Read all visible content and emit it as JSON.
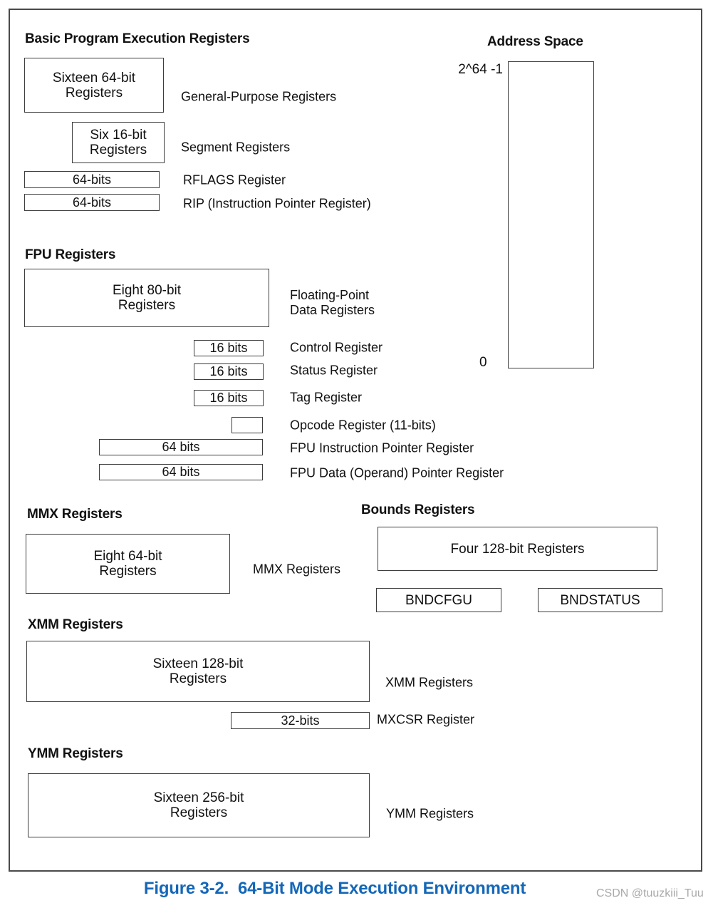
{
  "figure": {
    "caption": "Figure 3-2.  64-Bit Mode Execution Environment",
    "watermark": "CSDN @tuuzkiii_Tuu"
  },
  "colors": {
    "caption_blue": "#1467b8",
    "watermark_gray": "#a9a9a9",
    "box_border": "#3d3d3d",
    "text": "#111111"
  },
  "sections": {
    "basic": {
      "title": "Basic Program Execution Registers",
      "gp": {
        "box": "Sixteen 64-bit\nRegisters",
        "label": "General-Purpose Registers"
      },
      "seg": {
        "box": "Six 16-bit\nRegisters",
        "label": "Segment Registers"
      },
      "rflags": {
        "box": "64-bits",
        "label": "RFLAGS Register"
      },
      "rip": {
        "box": "64-bits",
        "label": "RIP (Instruction Pointer Register)"
      }
    },
    "address_space": {
      "title": "Address Space",
      "top_label": "2^64 -1",
      "bottom_label": "0"
    },
    "fpu": {
      "title": "FPU Registers",
      "data": {
        "box": "Eight 80-bit\nRegisters",
        "label": "Floating-Point\nData Registers"
      },
      "control": {
        "box": "16 bits",
        "label": "Control Register"
      },
      "status": {
        "box": "16 bits",
        "label": "Status Register"
      },
      "tag": {
        "box": "16 bits",
        "label": "Tag Register"
      },
      "opcode": {
        "box": "",
        "label": "Opcode Register (11-bits)"
      },
      "fip": {
        "box": "64 bits",
        "label": "FPU Instruction Pointer Register"
      },
      "fdp": {
        "box": "64 bits",
        "label": "FPU Data (Operand) Pointer Register"
      }
    },
    "mmx": {
      "title": "MMX Registers",
      "mmx": {
        "box": "Eight 64-bit\nRegisters",
        "label": "MMX Registers"
      }
    },
    "bounds": {
      "title": "Bounds Registers",
      "bnd": {
        "box": "Four 128-bit Registers"
      },
      "bndcfgu": {
        "box": "BNDCFGU"
      },
      "bndstatus": {
        "box": "BNDSTATUS"
      }
    },
    "xmm": {
      "title": "XMM Registers",
      "xmm": {
        "box": "Sixteen 128-bit\nRegisters",
        "label": "XMM Registers"
      },
      "mxcsr": {
        "box": "32-bits",
        "label": "MXCSR Register"
      }
    },
    "ymm": {
      "title": "YMM Registers",
      "ymm": {
        "box": "Sixteen 256-bit\nRegisters",
        "label": "YMM Registers"
      }
    }
  }
}
